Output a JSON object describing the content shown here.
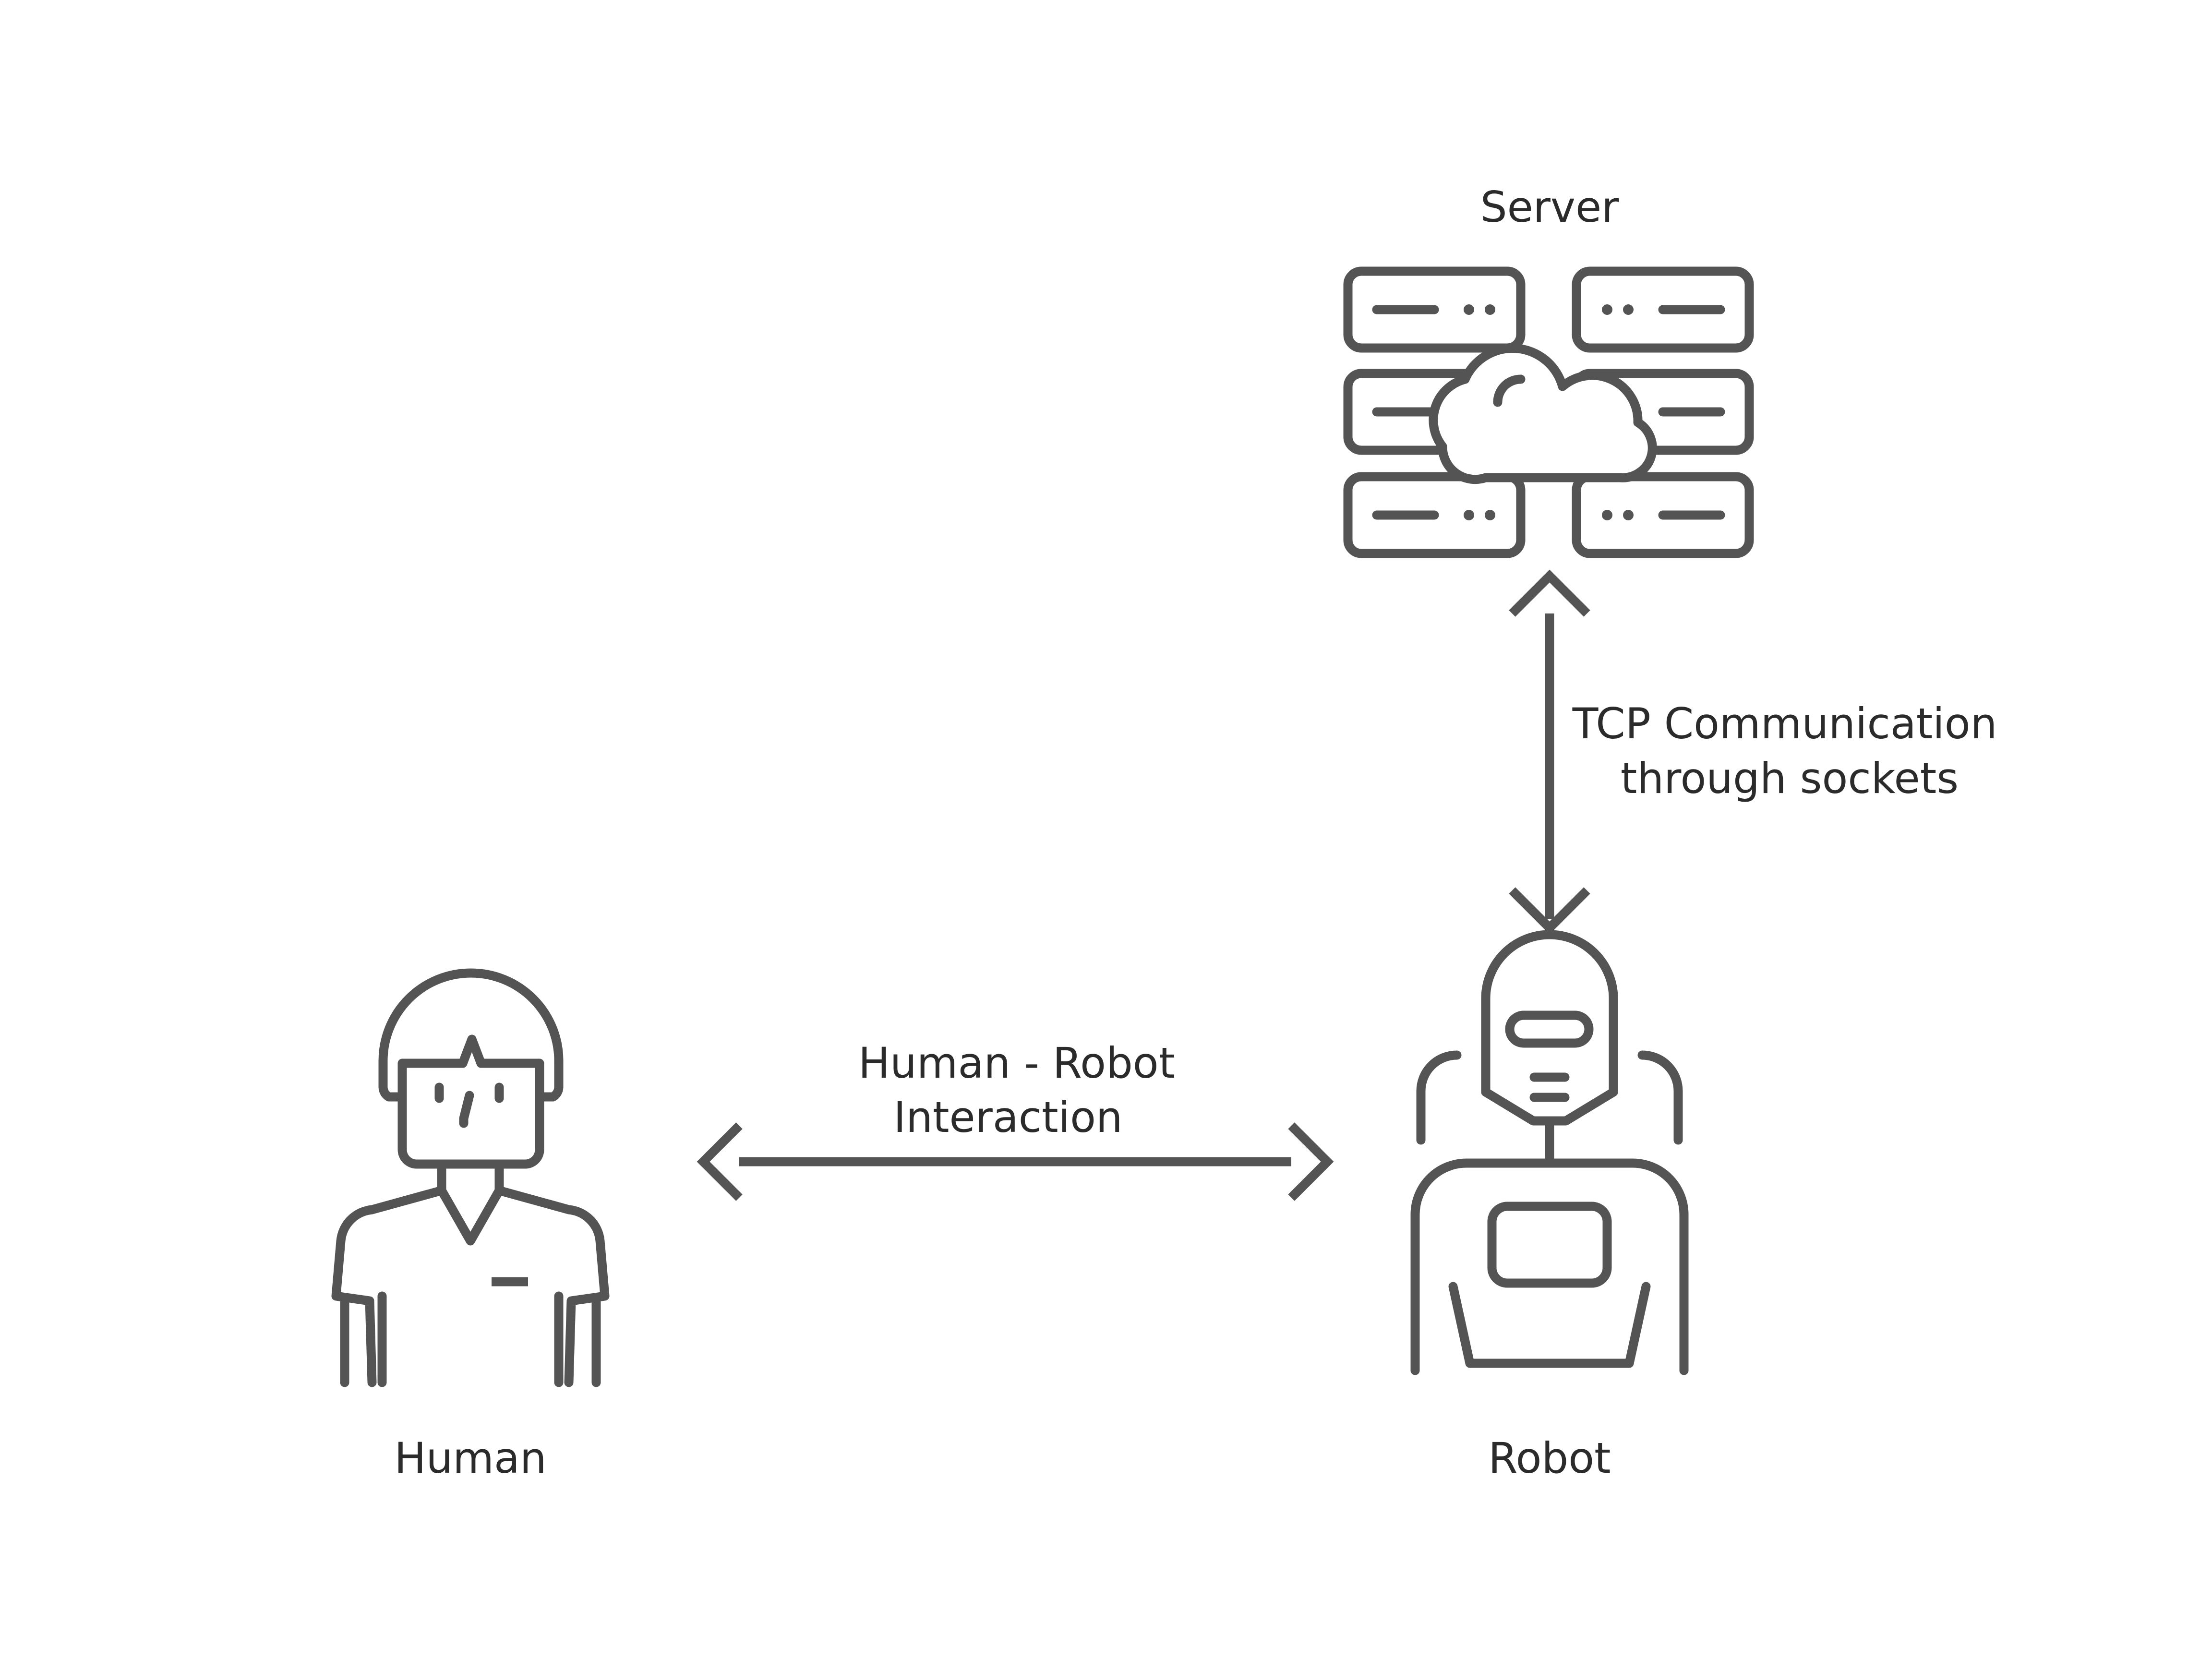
{
  "nodes": {
    "server": {
      "label": "Server",
      "icon": "cloud-server-icon"
    },
    "human": {
      "label": "Human",
      "icon": "person-icon"
    },
    "robot": {
      "label": "Robot",
      "icon": "robot-icon"
    }
  },
  "edges": {
    "human_robot": {
      "line1": "Human - Robot",
      "line2": "Interaction",
      "direction": "bidirectional"
    },
    "server_robot": {
      "line1": "TCP Communication",
      "line2": "through sockets",
      "direction": "bidirectional"
    }
  },
  "colors": {
    "stroke": "#545454",
    "text": "#2b2b2b",
    "background": "#ffffff"
  }
}
